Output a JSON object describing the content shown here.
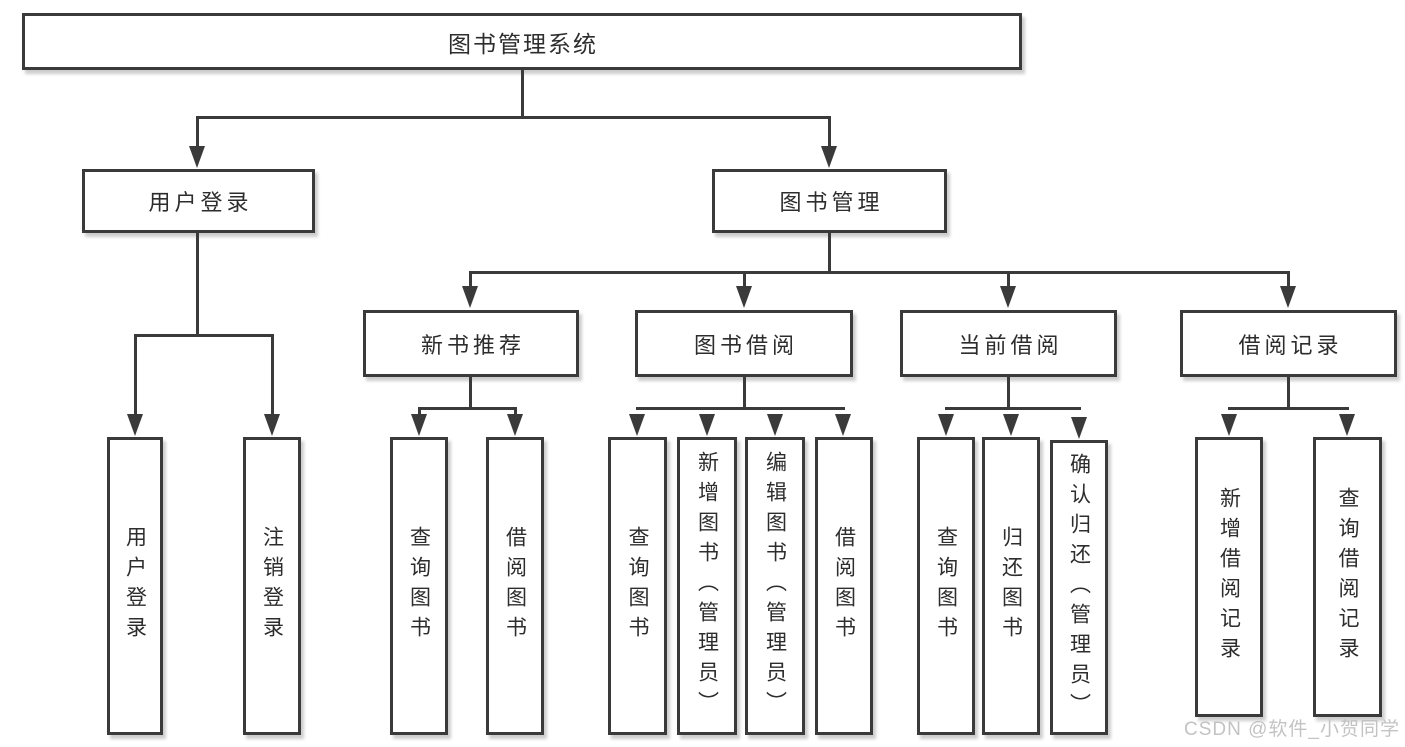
{
  "nodes": {
    "root": "图书管理系统",
    "user_login": "用户登录",
    "book_manage": "图书管理",
    "new_book_recommend": "新书推荐",
    "book_borrow": "图书借阅",
    "current_borrow": "当前借阅",
    "borrow_records": "借阅记录",
    "user_login_children": [
      "用户登录",
      "注销登录"
    ],
    "new_book_children": [
      "查询图书",
      "借阅图书"
    ],
    "book_borrow_children": [
      "查询图书",
      "新增图书（管理员）",
      "编辑图书（管理员）",
      "借阅图书"
    ],
    "current_borrow_children": [
      "查询图书",
      "归还图书",
      "确认归还（管理员）"
    ],
    "borrow_records_children": [
      "新增借阅记录",
      "查询借阅记录"
    ]
  },
  "watermark": {
    "text": "CSDN @软件_小贺同学"
  },
  "colors": {
    "line": "#3a3a3a",
    "text": "#2d2d2d",
    "box_background": "#ffffff",
    "watermark": "#c3c3c3",
    "page_background": "#ffffff"
  }
}
